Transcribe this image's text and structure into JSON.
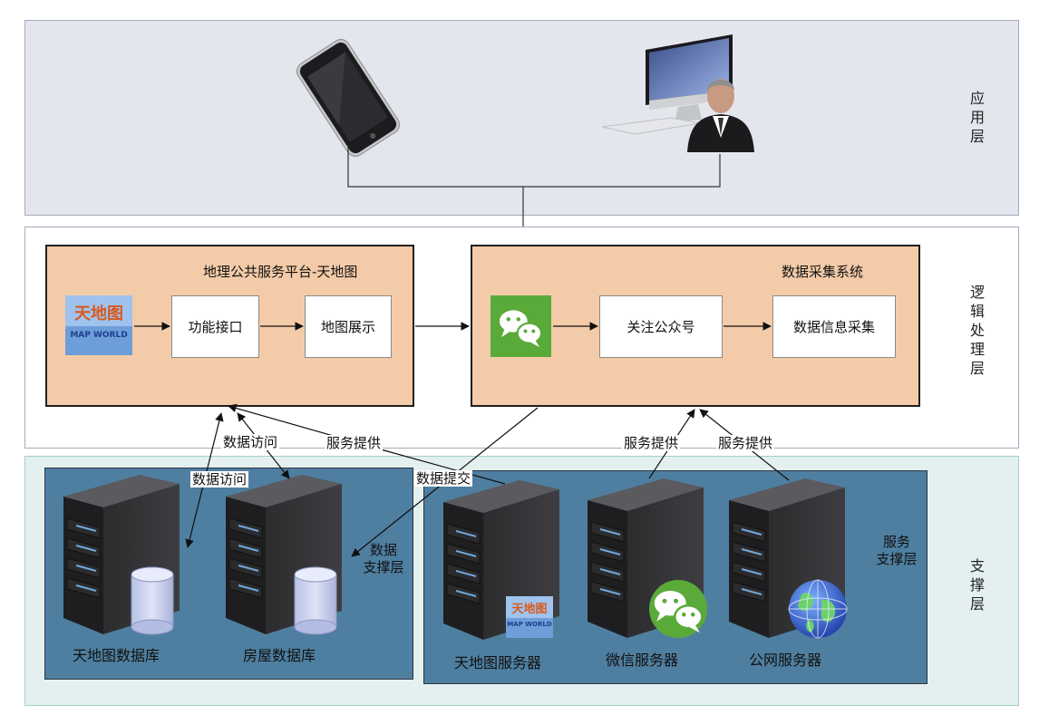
{
  "layers": {
    "app": "应用层",
    "logic": "逻辑处理层",
    "support": "支撑层"
  },
  "left_platform": {
    "title": "地理公共服务平台-天地图",
    "logo_top": "天地图",
    "logo_bottom": "MAP WORLD",
    "func_api": "功能接口",
    "map_display": "地图展示"
  },
  "right_platform": {
    "title": "数据采集系统",
    "follow_account": "关注公众号",
    "data_collect": "数据信息采集"
  },
  "data_panel": {
    "label": "数据支撑层",
    "tianditu_db": "天地图数据库",
    "house_db": "房屋数据库"
  },
  "service_panel": {
    "label": "服务支撑层",
    "tianditu_server": "天地图服务器",
    "wechat_server": "微信服务器",
    "public_server": "公网服务器"
  },
  "edges": {
    "data_access_1": "数据访问",
    "data_access_2": "数据访问",
    "service_provide_1": "服务提供",
    "service_provide_2": "服务提供",
    "service_provide_3": "服务提供",
    "data_submit": "数据提交"
  },
  "colors": {
    "platform_fill": "#f4cba8",
    "panel_fill": "#4e7fa0",
    "wechat_green": "#5aaa3a",
    "app_layer_bg": "#e4e6ee",
    "support_layer_bg": "#e3f0ef"
  }
}
